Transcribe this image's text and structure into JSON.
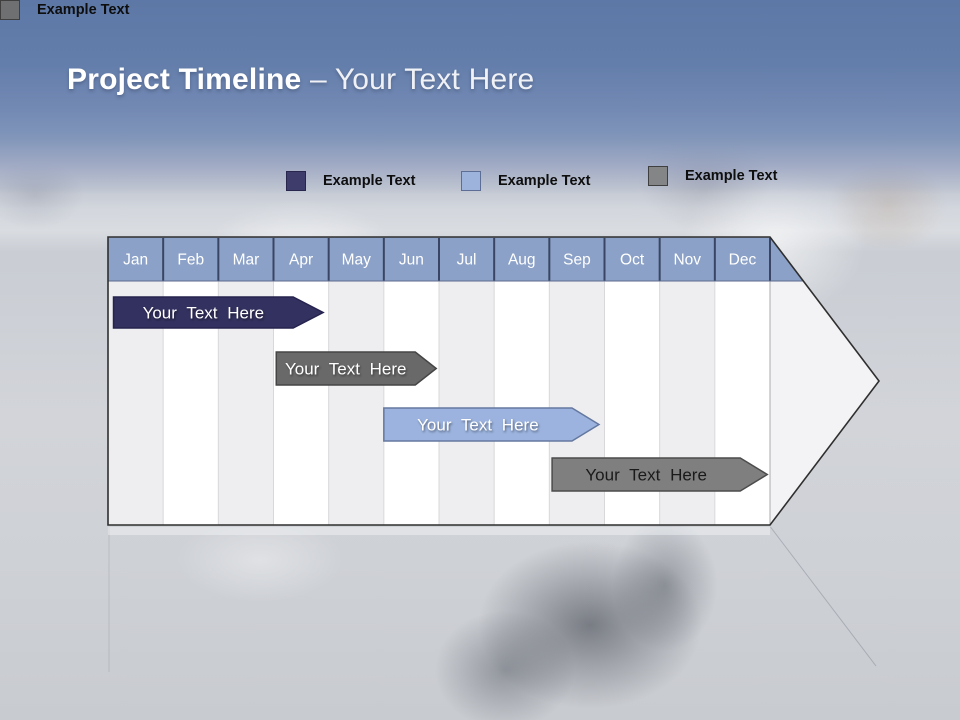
{
  "title": {
    "main": "Project Timeline",
    "separator": "–",
    "suffix": "Your Text Here"
  },
  "legend": [
    {
      "label": "Example Text",
      "color": "#3E3C6B",
      "border": "#28264C"
    },
    {
      "label": "Example Text",
      "color": "#9DB3DC",
      "border": "#5C6E96"
    },
    {
      "label": "Example Text",
      "color": "#838587",
      "border": "#3F3F3F"
    },
    {
      "label": "Example Text",
      "color": "#6E7071",
      "border": "#3F3F3F"
    }
  ],
  "timeline": {
    "months": [
      "Jan",
      "Feb",
      "Mar",
      "Apr",
      "May",
      "Jun",
      "Jul",
      "Aug",
      "Sep",
      "Oct",
      "Nov",
      "Dec"
    ],
    "bars": [
      {
        "label": "Your Text Here",
        "from": 0.1,
        "to": 3.9,
        "fill": "#33315F",
        "stroke": "#26234E",
        "text_color": "#FFFFFF"
      },
      {
        "label": "Your Text Here",
        "from": 3.05,
        "to": 5.95,
        "fill": "#696969",
        "stroke": "#454545",
        "text_color": "#FFFFFF"
      },
      {
        "label": "Your Text Here",
        "from": 5.0,
        "to": 8.9,
        "fill": "#9BB3DE",
        "stroke": "#64789F",
        "text_color": "#FFFFFF"
      },
      {
        "label": "Your Text Here",
        "from": 8.05,
        "to": 11.95,
        "fill": "#7F7F7F",
        "stroke": "#4C4C4C",
        "text_color": "#1A1A1A"
      }
    ],
    "colors": {
      "header_fill": "#8BA1C7",
      "header_divider": "#3A4563",
      "header_bottom_line": "#5E6A8E",
      "stripe": "#EEEEF0",
      "grid_line": "#D8D8DA",
      "column_edge": "#ABABB0",
      "arrow_fill": "#F3F3F5",
      "body_fill": "#FFFFFF",
      "arrow_outline": "#2F2F2F"
    }
  },
  "background": {
    "top_blue": "#5D78A6",
    "base_gray": "#CBCED3"
  }
}
